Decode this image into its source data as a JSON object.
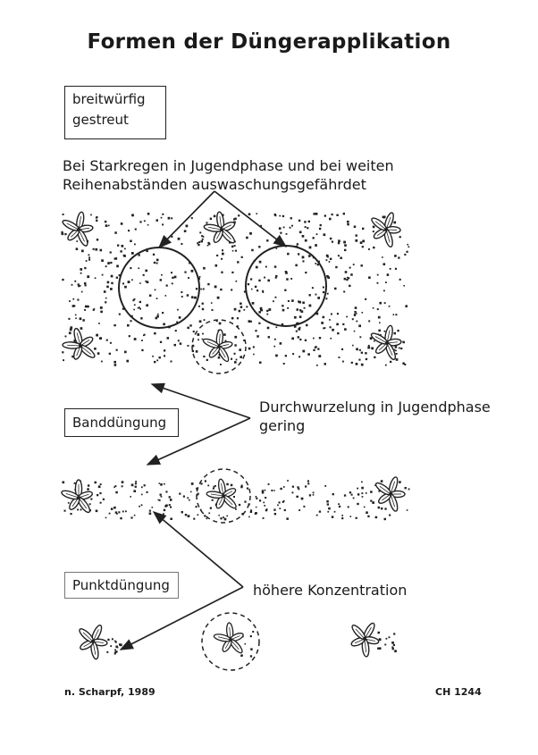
{
  "title": "Formen der Düngerapplikation",
  "sections": {
    "broadcast": {
      "label_line1": "breitwürfig",
      "label_line2": "gestreut",
      "note_line1": "Bei Starkregen in Jugendphase und bei weiten",
      "note_line2": "Reihenabständen auswaschungsgefährdet"
    },
    "band": {
      "label": "Banddüngung",
      "note_line1": "Durchwurzelung in Jugendphase",
      "note_line2": "gering"
    },
    "point": {
      "label": "Punktdüngung",
      "note": "höhere Konzentration"
    }
  },
  "footer": {
    "source": "n. Scharpf, 1989",
    "code": "CH 1244"
  }
}
